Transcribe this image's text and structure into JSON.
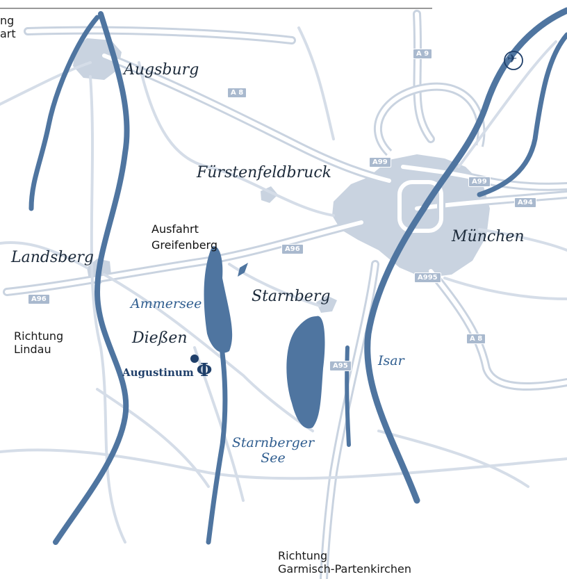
{
  "cities": {
    "augsburg": "Augsburg",
    "fuerstenfeldbruck": "Fürstenfeldbruck",
    "muenchen": "München",
    "landsberg": "Landsberg",
    "starnberg": "Starnberg",
    "diessen": "Dießen"
  },
  "water": {
    "ammersee": "Ammersee",
    "starnberger_see_line1": "Starnberger",
    "starnberger_see_line2": "See",
    "isar": "Isar"
  },
  "directions": {
    "stuttgart_line1": "ng",
    "stuttgart_line2": "art",
    "lindau_line1": "Richtung",
    "lindau_line2": "Lindau",
    "garmisch_line1": "Richtung",
    "garmisch_line2": "Garmisch-Partenkirchen"
  },
  "exit": {
    "line1": "Ausfahrt",
    "line2": "Greifenberg"
  },
  "augustinum": {
    "label": "Augustinum",
    "logo_glyph": "Φ"
  },
  "airport_glyph": "✈",
  "highways": {
    "a9": "A 9",
    "a8_north": "A 8",
    "a99_west": "A99",
    "a99_east": "A99",
    "a94": "A94",
    "a96_east": "A96",
    "a96_west": "A96",
    "a995": "A995",
    "a8_south": "A 8",
    "a95": "A95"
  },
  "colors": {
    "road_casing": "#c9d3e0",
    "water": "#4f75a0",
    "text_dark": "#1c2a3a",
    "water_text": "#2f5d8f",
    "brand": "#1f3f6a"
  }
}
